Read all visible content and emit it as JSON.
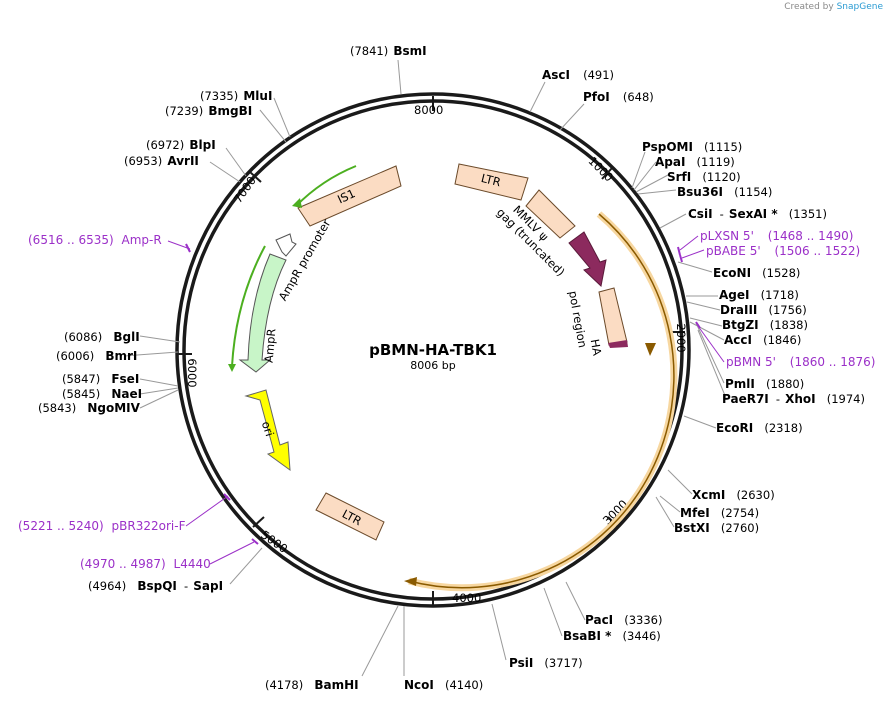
{
  "brand": {
    "created_by": "Created by",
    "app": "SnapGene"
  },
  "plasmid": {
    "name": "pBMN-HA-TBK1",
    "size_label": "8006 bp"
  },
  "ticks": [
    "1000",
    "2000",
    "3000",
    "4000",
    "5000",
    "6000",
    "7000",
    "8000"
  ],
  "enzymes": [
    {
      "name": "BsmI",
      "pos": "(7841)"
    },
    {
      "name": "AscI",
      "pos": "(491)"
    },
    {
      "name": "PfoI",
      "pos": "(648)"
    },
    {
      "name": "MluI",
      "pos": "(7335)"
    },
    {
      "name": "BmgBI",
      "pos": "(7239)"
    },
    {
      "name": "BlpI",
      "pos": "(6972)"
    },
    {
      "name": "AvrII",
      "pos": "(6953)"
    },
    {
      "name": "PspOMI",
      "pos": "(1115)"
    },
    {
      "name": "ApaI",
      "pos": "(1119)"
    },
    {
      "name": "SrfI",
      "pos": "(1120)"
    },
    {
      "name": "Bsu36I",
      "pos": "(1154)"
    },
    {
      "name": "CsiI",
      "sep": "-",
      "name2": "SexAI *",
      "pos": "(1351)"
    },
    {
      "name": "EcoNI",
      "pos": "(1528)"
    },
    {
      "name": "AgeI",
      "pos": "(1718)"
    },
    {
      "name": "DraIII",
      "pos": "(1756)"
    },
    {
      "name": "BtgZI",
      "pos": "(1838)"
    },
    {
      "name": "AccI",
      "pos": "(1846)"
    },
    {
      "name": "PmlI",
      "pos": "(1880)"
    },
    {
      "name": "PaeR7I",
      "sep": "-",
      "name2": "XhoI",
      "pos": "(1974)"
    },
    {
      "name": "EcoRI",
      "pos": "(2318)"
    },
    {
      "name": "XcmI",
      "pos": "(2630)"
    },
    {
      "name": "MfeI",
      "pos": "(2754)"
    },
    {
      "name": "BstXI",
      "pos": "(2760)"
    },
    {
      "name": "PacI",
      "pos": "(3336)"
    },
    {
      "name": "BsaBI *",
      "pos": "(3446)"
    },
    {
      "name": "PsiI",
      "pos": "(3717)"
    },
    {
      "name": "NcoI",
      "pos": "(4140)"
    },
    {
      "name": "BamHI",
      "pos": "(4178)"
    },
    {
      "name": "BspQI",
      "sep": "-",
      "name2": "SapI",
      "pos": "(4964)"
    },
    {
      "name": "BglI",
      "pos": "(6086)"
    },
    {
      "name": "BmrI",
      "pos": "(6006)"
    },
    {
      "name": "FseI",
      "pos": "(5847)"
    },
    {
      "name": "NaeI",
      "pos": "(5845)"
    },
    {
      "name": "NgoMIV",
      "pos": "(5843)"
    }
  ],
  "primers": [
    {
      "name": "Amp-R",
      "range": "(6516 .. 6535)"
    },
    {
      "name": "pLXSN 5'",
      "range": "(1468 .. 1490)"
    },
    {
      "name": "pBABE 5'",
      "range": "(1506 .. 1522)"
    },
    {
      "name": "pBMN 5'",
      "range": "(1860 .. 1876)"
    },
    {
      "name": "pBR322ori-F",
      "range": "(5221 .. 5240)"
    },
    {
      "name": "L4440",
      "range": "(4970 .. 4987)"
    }
  ],
  "features": [
    {
      "name": "LTR"
    },
    {
      "name": "IS1"
    },
    {
      "name": "MMLV ψ"
    },
    {
      "name": "gag (truncated)"
    },
    {
      "name": "AmpR promoter"
    },
    {
      "name": "AmpR"
    },
    {
      "name": "pol region"
    },
    {
      "name": "HA"
    },
    {
      "name": "ori"
    },
    {
      "name": "LTR"
    }
  ],
  "colors": {
    "backbone": "#1a1a1a",
    "primer": "#9b30c8",
    "ltr": "#fbdcc3",
    "ampr": "#c8f5c8",
    "ori": "#ffff00",
    "gag": "#8c2a5e",
    "orange": "#f0a640",
    "green": "#4caf20"
  }
}
